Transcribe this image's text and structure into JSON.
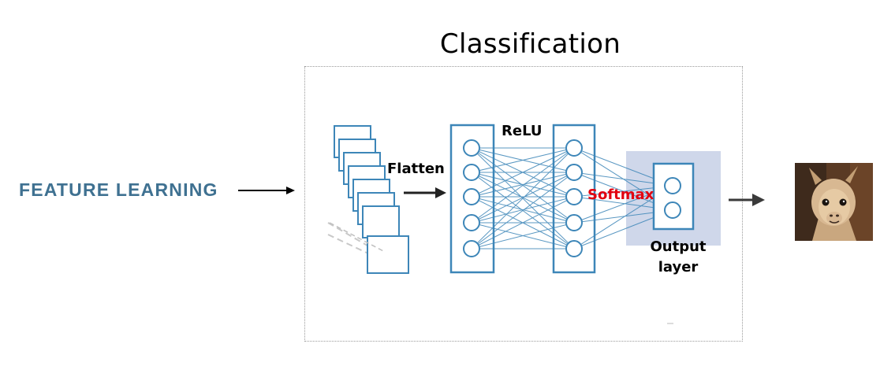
{
  "title": "Classification",
  "left_label": "FEATURE LEARNING",
  "labels": {
    "flatten": "Flatten",
    "relu": "ReLU",
    "softmax": "Softmax",
    "output_line1": "Output",
    "output_line2": "layer"
  },
  "colors": {
    "feature_text": "#3f7191",
    "network_blue": "#3d86b8",
    "softmax_red": "#e3000f",
    "output_bg": "#cfd7ea"
  },
  "output_image": "alpaca-photo"
}
